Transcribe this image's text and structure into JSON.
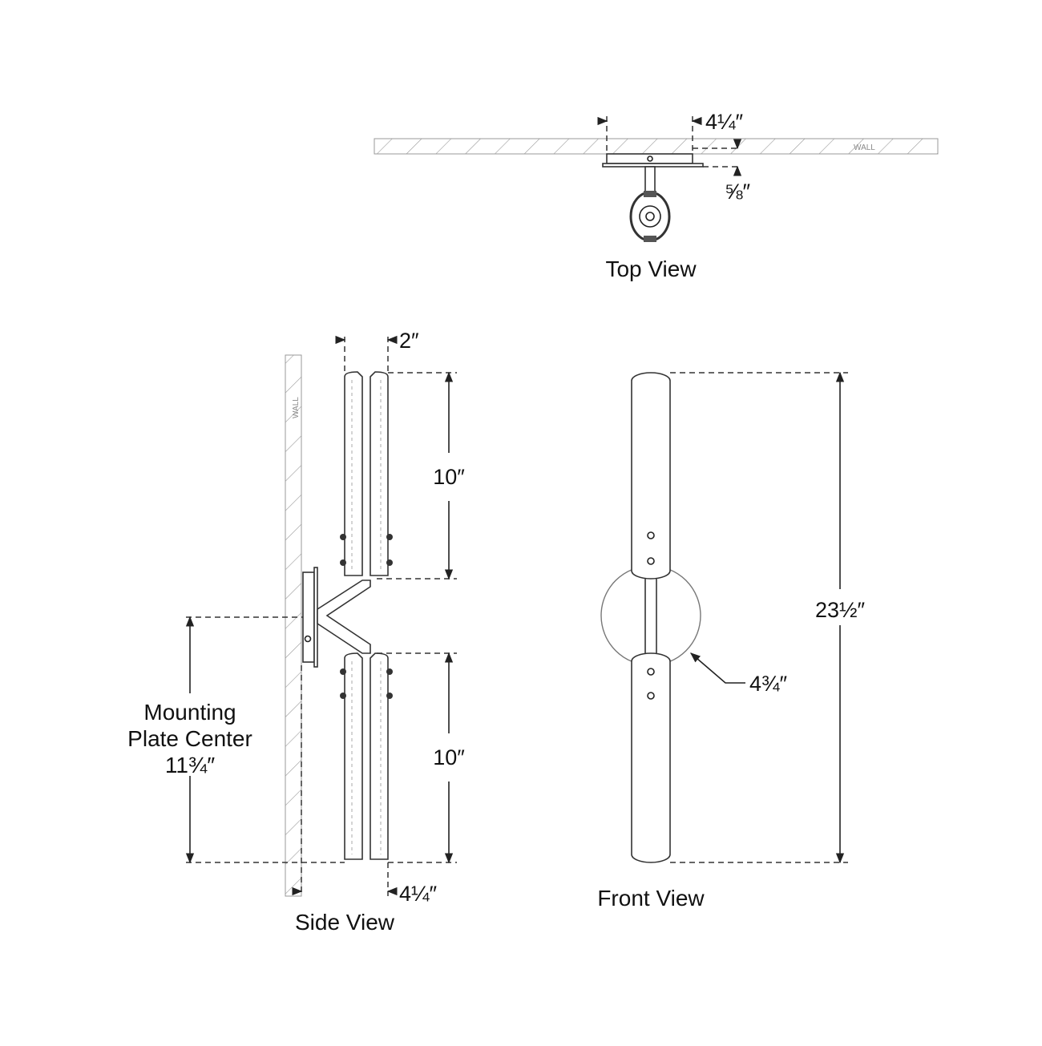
{
  "top_view": {
    "title": "Top View",
    "wall_label": "WALL",
    "width_dim": "4¼″",
    "depth_dim": "⅝″"
  },
  "side_view": {
    "title": "Side View",
    "wall_label": "WALL",
    "shade_width_dim": "2″",
    "upper_height_dim": "10″",
    "lower_height_dim": "10″",
    "extension_dim": "4¼″",
    "mounting_label_1": "Mounting",
    "mounting_label_2": "Plate Center",
    "mounting_dim": "11¾″"
  },
  "front_view": {
    "title": "Front View",
    "overall_height_dim": "23½″",
    "backplate_dim": "4¾″"
  }
}
